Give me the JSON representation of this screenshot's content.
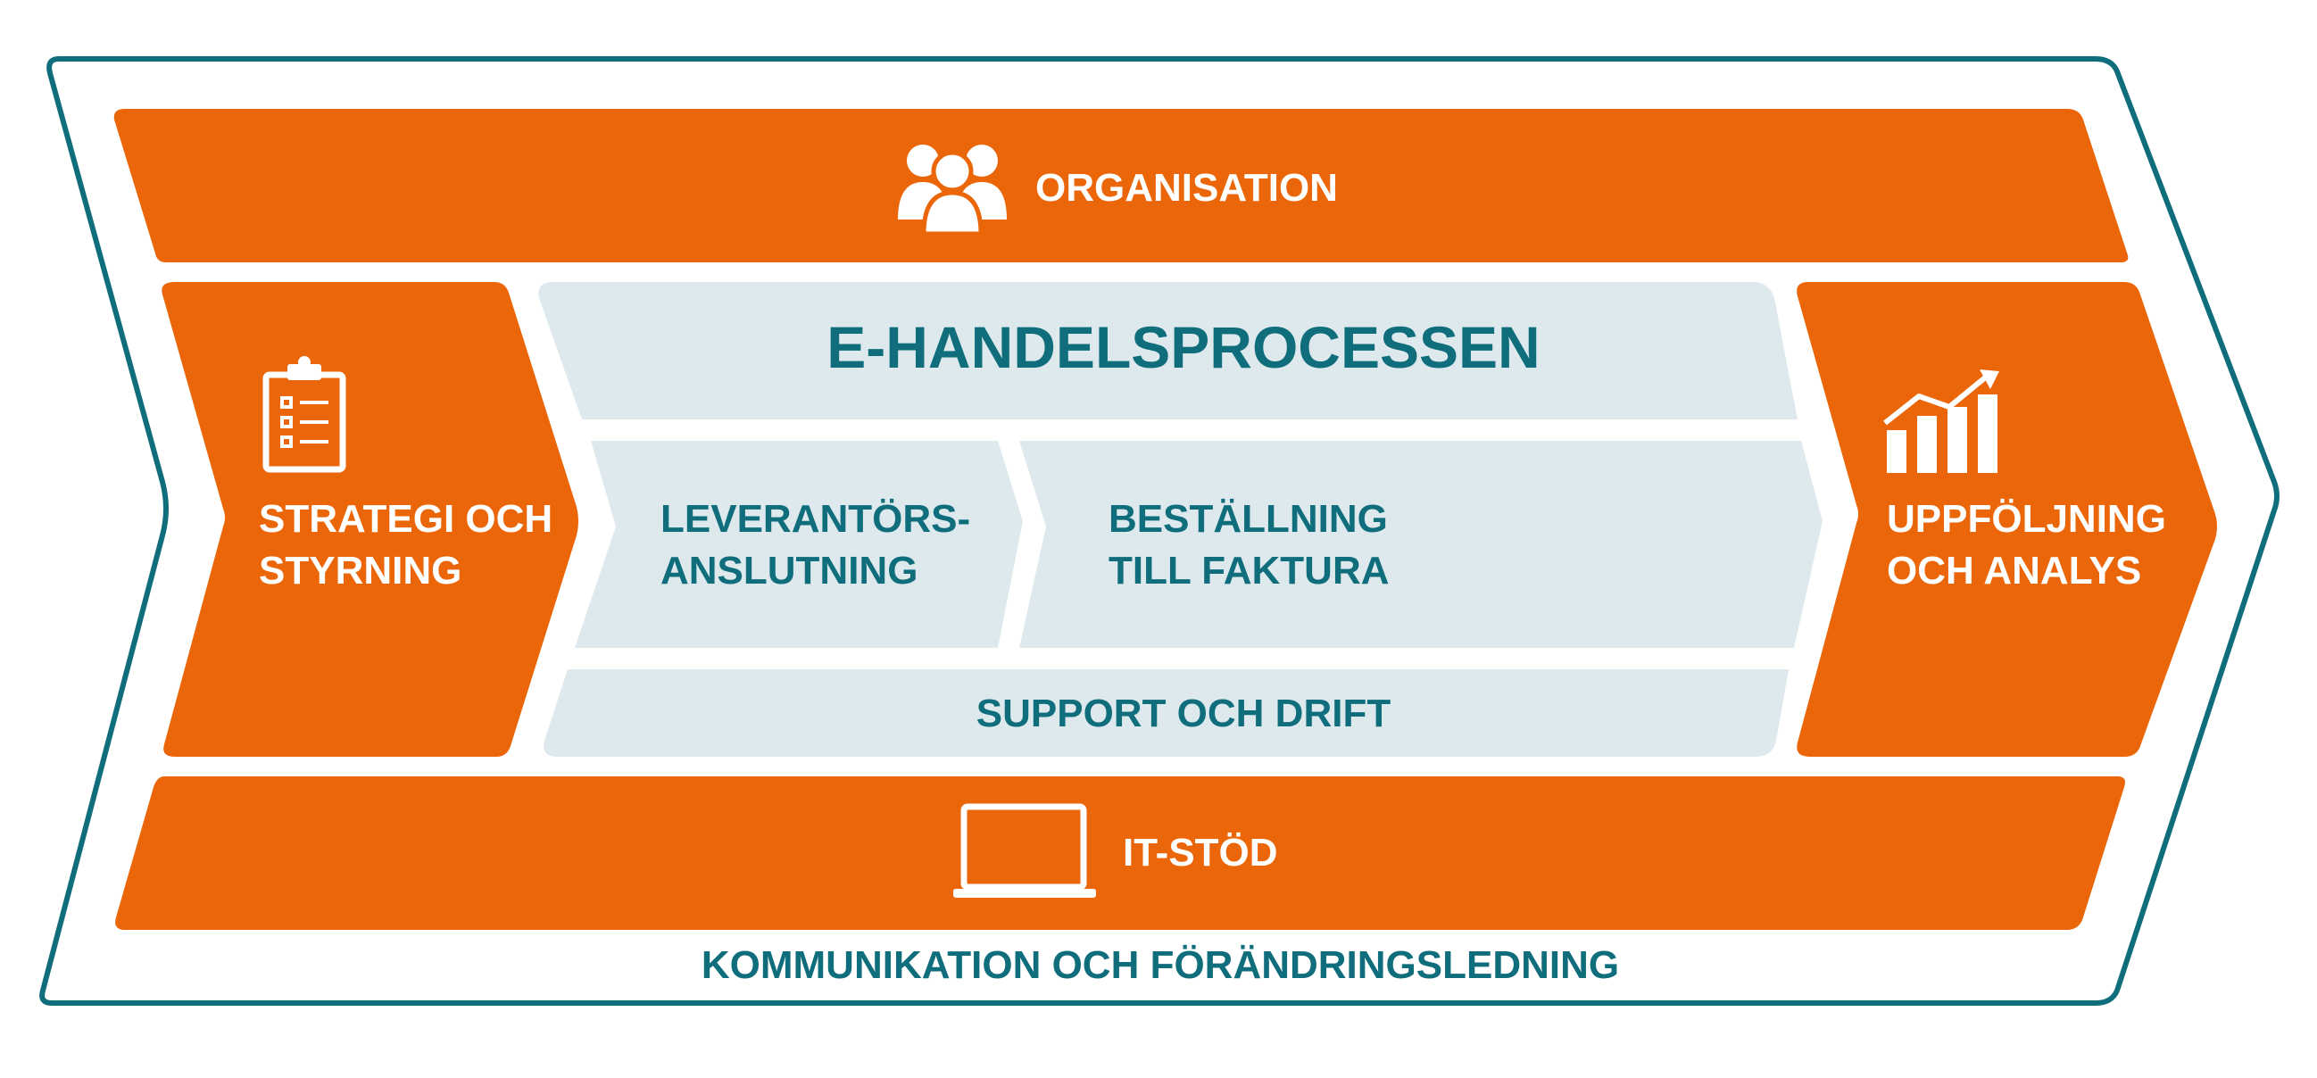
{
  "colors": {
    "orange": "#eb6608",
    "teal": "#0f6d7c",
    "light_blue": "#dde9ed",
    "white": "#ffffff"
  },
  "outer_frame": {
    "label": "KOMMUNIKATION OCH FÖRÄNDRINGSLEDNING"
  },
  "organisation": {
    "label": "ORGANISATION",
    "icon": "people-group-icon"
  },
  "strategy": {
    "line1": "STRATEGI OCH",
    "line2": "STYRNING",
    "icon": "clipboard-checklist-icon"
  },
  "core": {
    "title": "E-HANDELSPROCESSEN",
    "step1": {
      "line1": "LEVERANTÖRS-",
      "line2": "ANSLUTNING"
    },
    "step2": {
      "line1": "BESTÄLLNING",
      "line2": "TILL FAKTURA"
    },
    "support": "SUPPORT OCH DRIFT"
  },
  "followup": {
    "line1": "UPPFÖLJNING",
    "line2": "OCH ANALYS",
    "icon": "bar-chart-trend-icon"
  },
  "it_support": {
    "label": "IT-STÖD",
    "icon": "laptop-icon"
  }
}
